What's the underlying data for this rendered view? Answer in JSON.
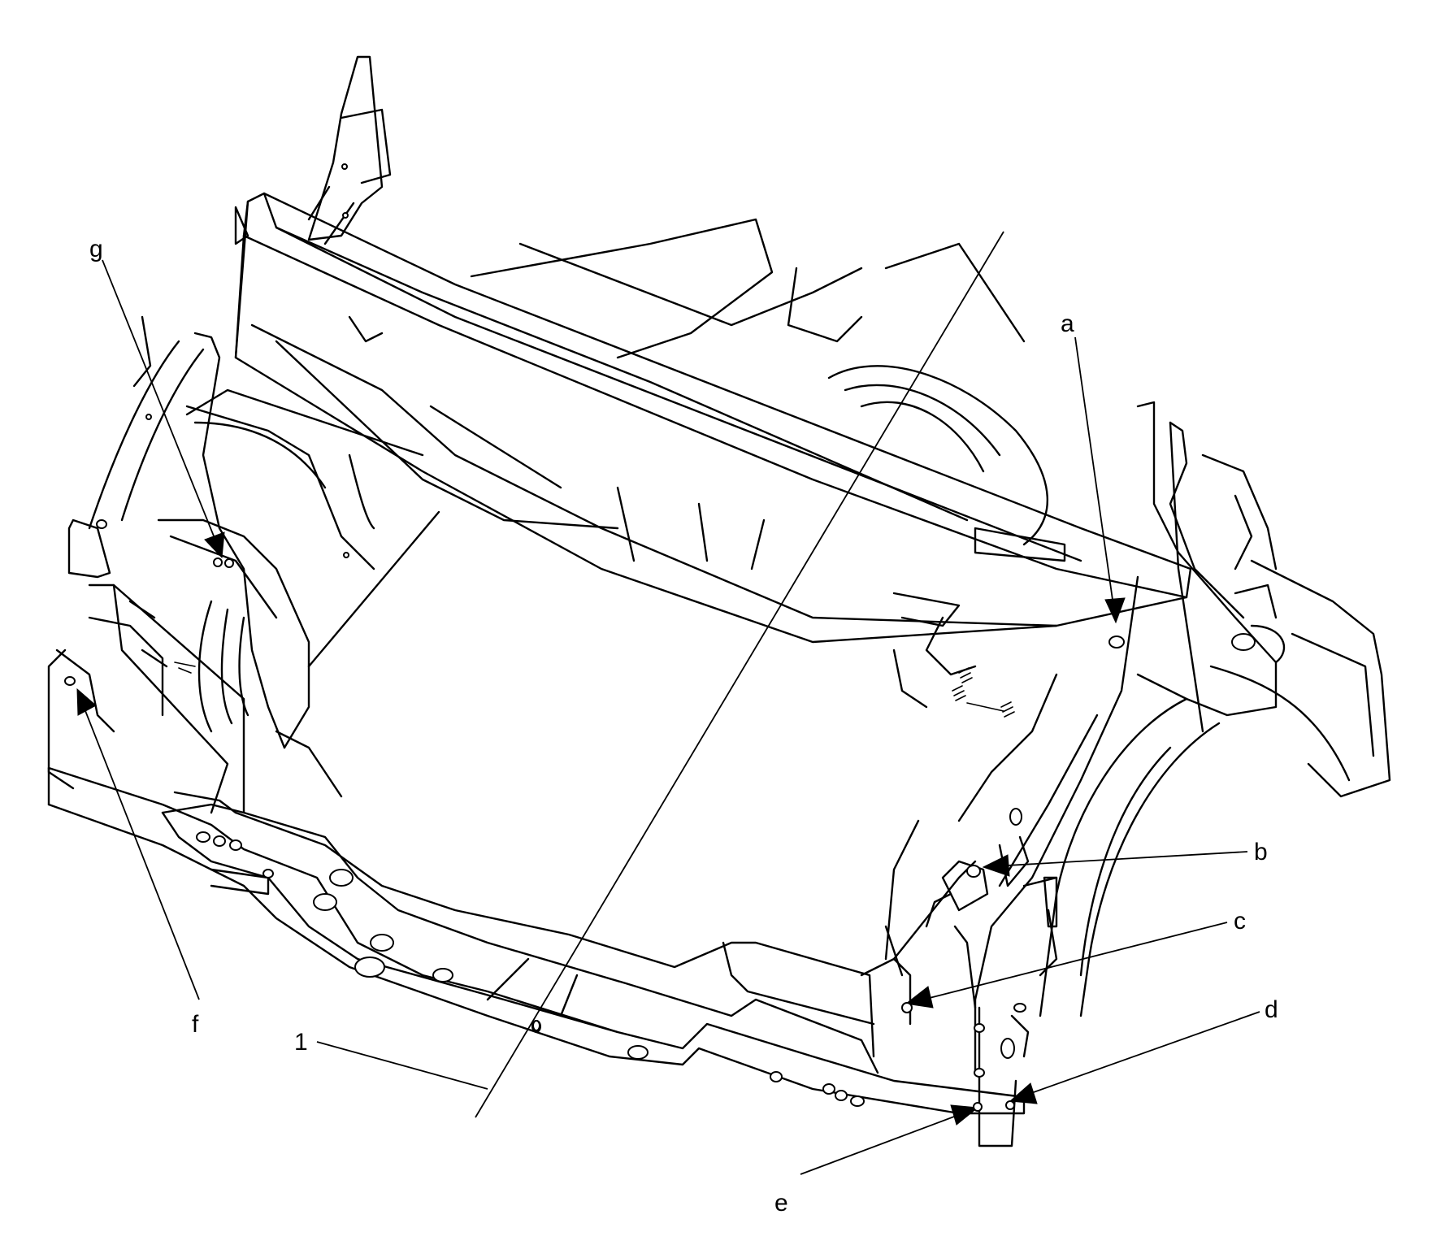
{
  "diagram": {
    "callouts": {
      "a": "a",
      "b": "b",
      "c": "c",
      "d": "d",
      "e": "e",
      "f": "f",
      "g": "g",
      "one": "1"
    }
  }
}
